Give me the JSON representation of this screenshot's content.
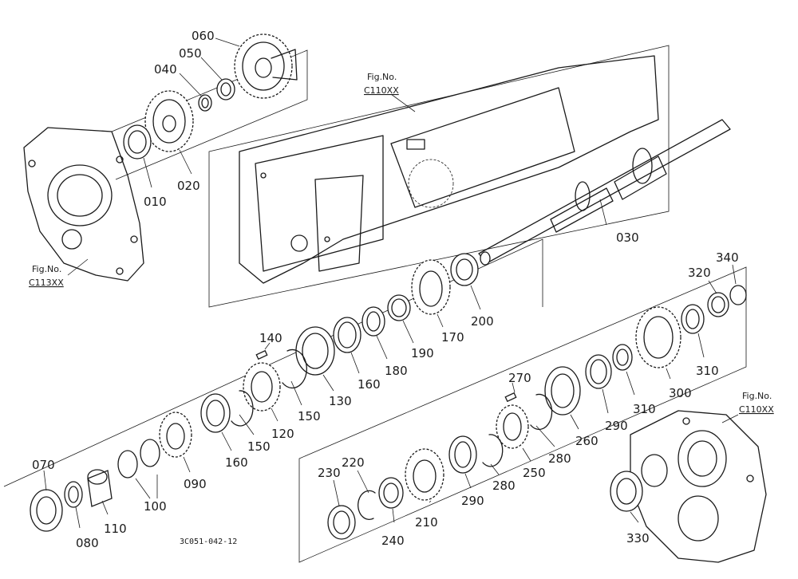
{
  "figure_code": "3C051-042-12",
  "fig_refs": [
    {
      "prefix": "Fig.No.",
      "number": "C110XX"
    },
    {
      "prefix": "Fig.No.",
      "number": "C113XX"
    },
    {
      "prefix": "Fig.No.",
      "number": "C110XX"
    }
  ],
  "callouts": [
    "060",
    "050",
    "040",
    "010",
    "020",
    "030",
    "070",
    "080",
    "110",
    "100",
    "090",
    "160",
    "150",
    "120",
    "150",
    "140",
    "130",
    "160",
    "180",
    "190",
    "170",
    "200",
    "230",
    "220",
    "240",
    "210",
    "290",
    "280",
    "270",
    "250",
    "280",
    "260",
    "290",
    "310",
    "300",
    "310",
    "320",
    "340",
    "330"
  ]
}
